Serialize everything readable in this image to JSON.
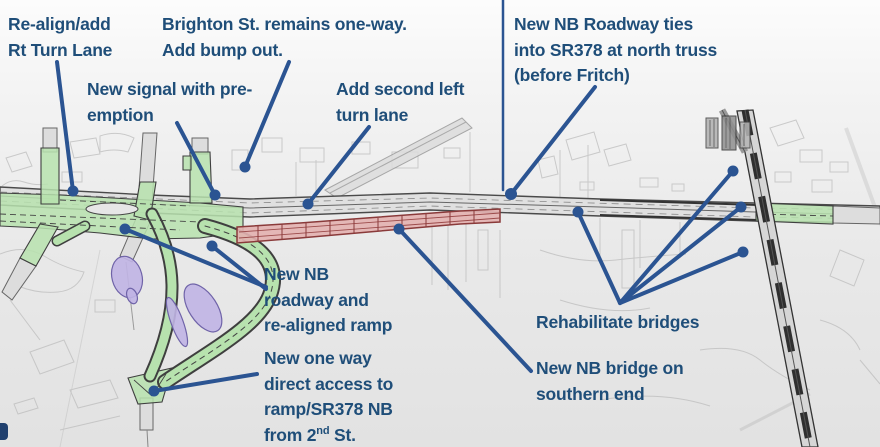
{
  "slide": {
    "type": "roadway-improvement-plan-annotated-map"
  },
  "colors": {
    "callout_text": "#1F4E79",
    "leader": "#2B5492",
    "green_fill": "#B7E2AE",
    "red_fill": "#E3B1B0",
    "red_stroke": "#8A3A3A",
    "purple_fill": "#C0B4E4",
    "purple_stroke": "#6F63A8"
  },
  "callouts": {
    "realign": {
      "line1": "Re-align/add",
      "line2": "Rt Turn Lane"
    },
    "brighton": {
      "line1": "Brighton St. remains one-way.",
      "line2": "Add bump out."
    },
    "signal": {
      "line1": "New signal with pre-",
      "line2": "emption"
    },
    "second_left": {
      "line1": "Add second left",
      "line2": "turn lane"
    },
    "nb_ties": {
      "line1": "New NB Roadway ties",
      "line2": "into SR378 at north truss",
      "line3": "(before Fritch)"
    },
    "nb_roadway": {
      "line1": "New NB",
      "line2": "roadway and",
      "line3": "re-aligned ramp"
    },
    "rehab": {
      "line1": "Rehabilitate bridges"
    },
    "one_way": {
      "line1": "New one way",
      "line2": "direct access to",
      "line3": "ramp/SR378 NB",
      "line4_pre": "from 2",
      "line4_sup": "nd",
      "line4_post": " St."
    },
    "nb_bridge": {
      "line1": "New NB bridge on",
      "line2": "southern end"
    }
  }
}
